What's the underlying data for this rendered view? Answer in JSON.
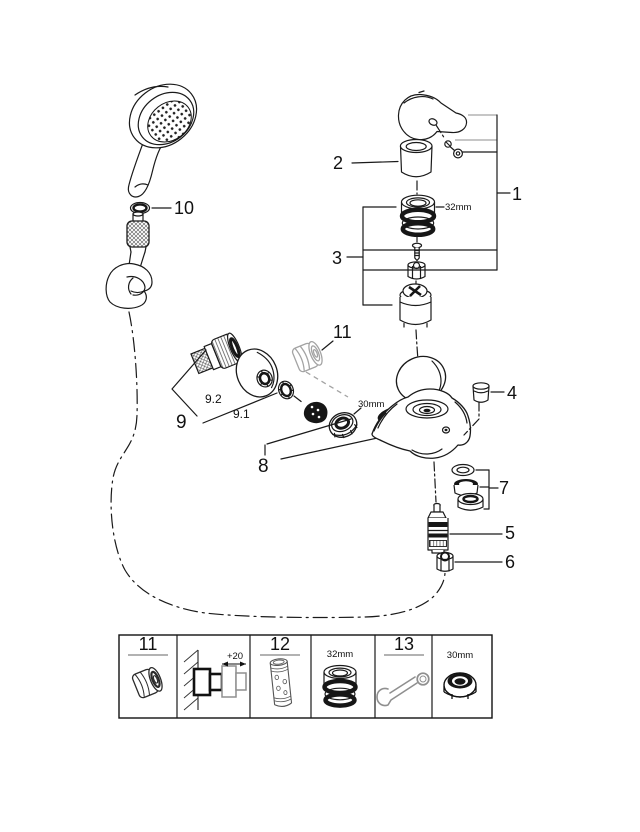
{
  "figure": {
    "type": "exploded-parts-diagram",
    "background": "#ffffff",
    "line_color": "#1a1a1a",
    "muted_color": "#a3a3a3"
  },
  "callouts": {
    "1": "1",
    "2": "2",
    "3": "3",
    "4": "4",
    "5": "5",
    "6": "6",
    "7": "7",
    "8": "8",
    "9": "9",
    "9_1": "9.1",
    "9_2": "9.2",
    "10": "10",
    "11": "11"
  },
  "dimensions": {
    "cartridge_ring": "32mm",
    "union_nut": "30mm"
  },
  "legend": {
    "cells": [
      {
        "id": "part-11",
        "label": "11",
        "icon": "cap-nut-icon"
      },
      {
        "id": "wall-extension",
        "label": "",
        "icon": "wall-mount-extension-icon",
        "dimension": "+20"
      },
      {
        "id": "part-12",
        "label": "12",
        "icon": "extension-tube-icon"
      },
      {
        "id": "cartridge-ring",
        "label": "",
        "icon": "cartridge-ring-icon",
        "dimension": "32mm"
      },
      {
        "id": "part-13",
        "label": "13",
        "icon": "wrench-icon"
      },
      {
        "id": "union-nut",
        "label": "",
        "icon": "union-nut-icon",
        "dimension": "30mm"
      }
    ]
  }
}
